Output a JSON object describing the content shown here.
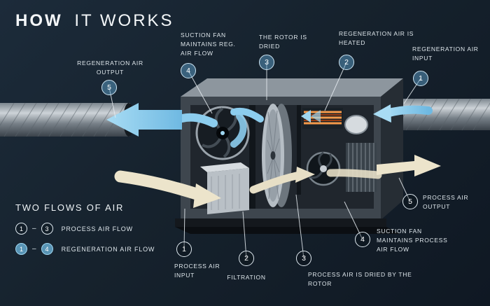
{
  "title": {
    "strong": "HOW",
    "light": "IT WORKS"
  },
  "callouts_top": [
    {
      "num": "5",
      "label": "REGENERATION AIR OUTPUT"
    },
    {
      "num": "4",
      "label": "SUCTION FAN MAINTAINS REG. AIR FLOW"
    },
    {
      "num": "3",
      "label": "THE ROTOR IS DRIED"
    },
    {
      "num": "2",
      "label": "REGENERATION AIR IS HEATED"
    },
    {
      "num": "1",
      "label": "REGENERATION AIR INPUT"
    }
  ],
  "callouts_bottom": [
    {
      "num": "1",
      "label": "PROCESS AIR INPUT"
    },
    {
      "num": "2",
      "label": "FILTRATION"
    },
    {
      "num": "3",
      "label": "PROCESS AIR IS DRIED BY THE ROTOR"
    },
    {
      "num": "4",
      "label": "SUCTION FAN MAINTAINS PROCESS AIR FLOW"
    },
    {
      "num": "5",
      "label": "PROCESS AIR OUTPUT"
    }
  ],
  "legend": {
    "title": "TWO FLOWS OF AIR",
    "rows": [
      {
        "from": "1",
        "dash": "–",
        "to": "3",
        "label": "PROCESS AIR FLOW",
        "type": "process"
      },
      {
        "from": "1",
        "dash": "–",
        "to": "4",
        "label": "REGENERATION AIR FLOW",
        "type": "regeneration"
      }
    ]
  },
  "colors": {
    "background": "#16222d",
    "regeneration_blue": "#8ccdee",
    "process_cream": "#ece4cb",
    "heater_orange": "#f59a4b",
    "text": "#e8eef3"
  }
}
